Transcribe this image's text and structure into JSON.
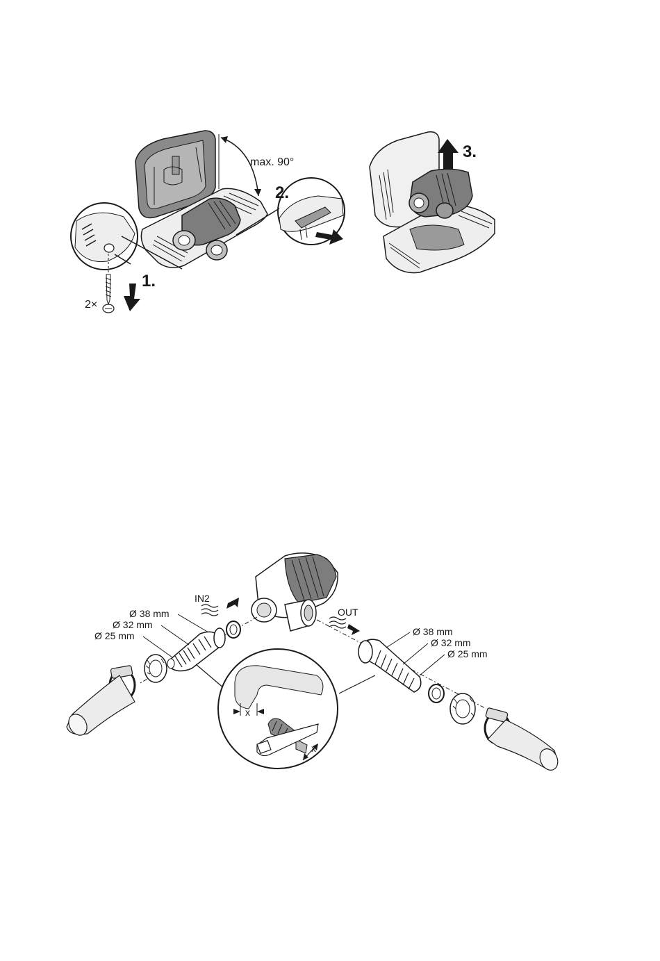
{
  "figure_top": {
    "angle_label": "max. 90°",
    "step1": "1.",
    "step2": "2.",
    "step3": "3.",
    "screw_count": "2×"
  },
  "figure_bottom": {
    "inlet_label": "IN2",
    "outlet_label": "OUT",
    "inlet_sizes": [
      "Ø 38 mm",
      "Ø 32 mm",
      "Ø 25 mm"
    ],
    "outlet_sizes": [
      "Ø 38 mm",
      "Ø 32 mm",
      "Ø 25 mm"
    ],
    "cut_mark_1": "x",
    "cut_mark_2": "x"
  },
  "colors": {
    "line": "#1a1a1a",
    "housing_grey": "#7a7a7a",
    "pump_grey": "#8c8c8c",
    "light_grey": "#d9d9d9",
    "hose_grey": "#e6e6e6"
  }
}
